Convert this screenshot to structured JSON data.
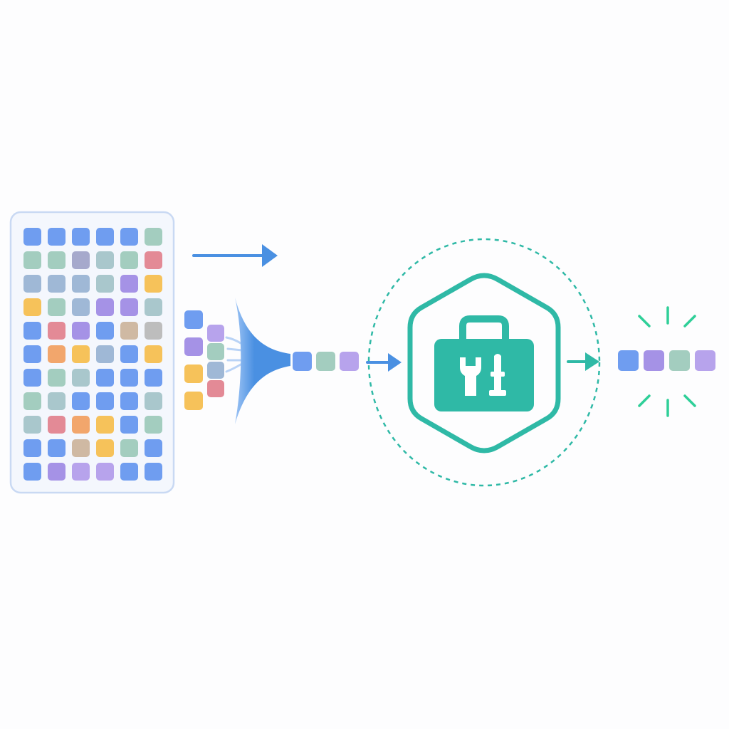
{
  "colors": {
    "blue": "#6f9df0",
    "lavender": "#b7a3ec",
    "violet": "#a592e6",
    "sage": "#a3cdbf",
    "teal_grey": "#a9c7cc",
    "steel": "#9fb8d6",
    "mauve": "#a6a9cc",
    "rose": "#e38a96",
    "amber": "#f6c25a",
    "orange": "#f2a66c",
    "tan": "#cfb9a3",
    "grey": "#bdbdbd",
    "flow_blue": "#4a90e2",
    "toolkit_teal": "#2fb9a6",
    "panel_fill": "#f4f7fd",
    "panel_stroke": "#c9d9f3"
  },
  "icons": {
    "panel": "token-grid",
    "funnel": "funnel-icon",
    "toolkit": "toolbox-icon",
    "tools": [
      "wrench-icon",
      "screwdriver-icon"
    ],
    "burst": "sparkle-burst-icon"
  },
  "token_grid": [
    [
      "blue",
      "blue",
      "blue",
      "blue",
      "blue",
      "sage"
    ],
    [
      "sage",
      "sage",
      "mauve",
      "teal_grey",
      "sage",
      "rose"
    ],
    [
      "steel",
      "steel",
      "steel",
      "teal_grey",
      "violet",
      "amber"
    ],
    [
      "amber",
      "sage",
      "steel",
      "violet",
      "violet",
      "teal_grey"
    ],
    [
      "blue",
      "rose",
      "violet",
      "blue",
      "tan",
      "grey"
    ],
    [
      "blue",
      "orange",
      "amber",
      "steel",
      "blue",
      "amber"
    ],
    [
      "blue",
      "sage",
      "teal_grey",
      "blue",
      "blue",
      "blue"
    ],
    [
      "sage",
      "teal_grey",
      "blue",
      "blue",
      "blue",
      "teal_grey"
    ],
    [
      "teal_grey",
      "rose",
      "orange",
      "amber",
      "blue",
      "sage"
    ],
    [
      "blue",
      "blue",
      "tan",
      "amber",
      "sage",
      "blue"
    ],
    [
      "blue",
      "violet",
      "lavender",
      "lavender",
      "blue",
      "blue"
    ]
  ],
  "funnel_inputs_outer": [
    "blue",
    "violet",
    "amber",
    "amber"
  ],
  "funnel_inputs_inner": [
    "lavender",
    "sage",
    "steel",
    "rose"
  ],
  "compressed_tokens": [
    "blue",
    "sage",
    "lavender"
  ],
  "output_tokens": [
    "blue",
    "violet",
    "sage",
    "lavender"
  ]
}
